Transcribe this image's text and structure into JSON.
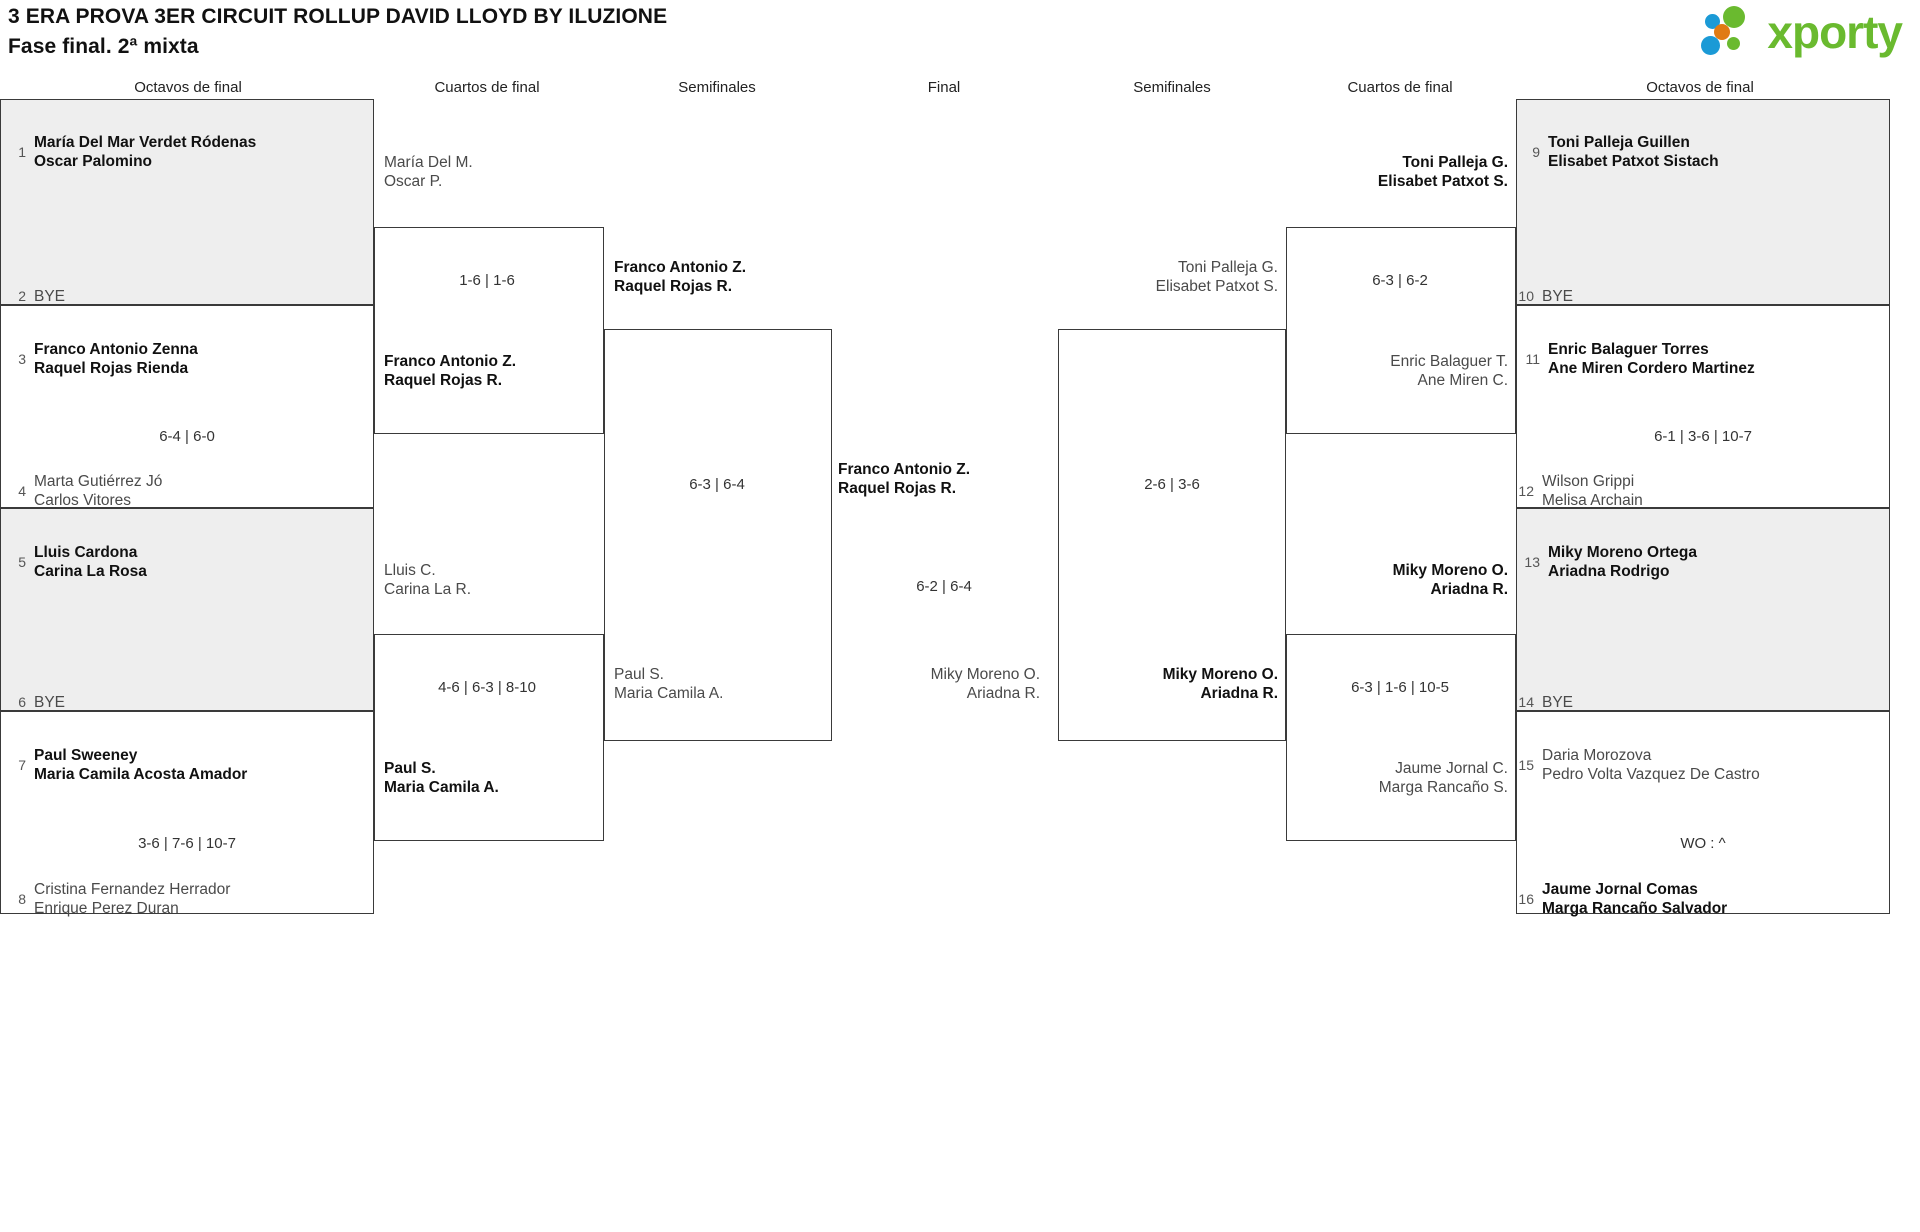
{
  "header": {
    "title_line1": "3 ERA PROVA 3ER CIRCUIT ROLLUP DAVID LLOYD BY ILUZIONE",
    "title_line2": "Fase final. 2ª mixta",
    "logo_text": "xporty",
    "logo_colors": {
      "blue": "#1b9ad6",
      "orange": "#e07b13",
      "green": "#6aba2f"
    }
  },
  "round_labels": {
    "left_r16": "Octavos de final",
    "left_qf": "Cuartos de final",
    "left_sf": "Semifinales",
    "final": "Final",
    "right_sf": "Semifinales",
    "right_qf": "Cuartos de final",
    "right_r16": "Octavos de final"
  },
  "left_seeds": [
    {
      "num": "1",
      "line1": "María Del Mar Verdet Ródenas",
      "line2": "Oscar Palomino",
      "state": "win"
    },
    {
      "num": "2",
      "line1": "BYE",
      "line2": "",
      "state": "bye"
    },
    {
      "num": "3",
      "line1": "Franco Antonio Zenna",
      "line2": "Raquel Rojas Rienda",
      "state": "win"
    },
    {
      "num": "4",
      "line1": "Marta Gutiérrez Jó",
      "line2": "Carlos Vitores",
      "state": "lose"
    },
    {
      "num": "5",
      "line1": "Lluis Cardona",
      "line2": "Carina La Rosa",
      "state": "win"
    },
    {
      "num": "6",
      "line1": "BYE",
      "line2": "",
      "state": "bye"
    },
    {
      "num": "7",
      "line1": "Paul Sweeney",
      "line2": "Maria Camila Acosta Amador",
      "state": "win"
    },
    {
      "num": "8",
      "line1": "Cristina Fernandez Herrador",
      "line2": "Enrique Perez Duran",
      "state": "lose"
    }
  ],
  "right_seeds": [
    {
      "num": "9",
      "line1": "Toni Palleja Guillen",
      "line2": "Elisabet Patxot Sistach",
      "state": "win"
    },
    {
      "num": "10",
      "line1": "BYE",
      "line2": "",
      "state": "bye"
    },
    {
      "num": "11",
      "line1": "Enric Balaguer Torres",
      "line2": "Ane Miren Cordero Martinez",
      "state": "win"
    },
    {
      "num": "12",
      "line1": "Wilson Grippi",
      "line2": "Melisa Archain",
      "state": "lose"
    },
    {
      "num": "13",
      "line1": "Miky Moreno Ortega",
      "line2": "Ariadna Rodrigo",
      "state": "win"
    },
    {
      "num": "14",
      "line1": "BYE",
      "line2": "",
      "state": "bye"
    },
    {
      "num": "15",
      "line1": "Daria Morozova",
      "line2": "Pedro Volta Vazquez De Castro",
      "state": "lose"
    },
    {
      "num": "16",
      "line1": "Jaume Jornal Comas",
      "line2": "Marga Rancaño Salvador",
      "state": "win"
    }
  ],
  "left_r16_scores": [
    {
      "value": ""
    },
    {
      "value": "6-4 | 6-0"
    },
    {
      "value": ""
    },
    {
      "value": "3-6 | 7-6 | 10-7"
    }
  ],
  "right_r16_scores": [
    {
      "value": ""
    },
    {
      "value": "6-1 | 3-6 | 10-7"
    },
    {
      "value": ""
    },
    {
      "value": "WO : ^"
    }
  ],
  "left_qf": [
    {
      "top_line1": "María Del M.",
      "top_line2": "Oscar P.",
      "top_state": "lose",
      "bot_line1": "Franco Antonio Z.",
      "bot_line2": "Raquel Rojas R.",
      "bot_state": "win",
      "score": "1-6 | 1-6"
    },
    {
      "top_line1": "Lluis C.",
      "top_line2": "Carina La R.",
      "top_state": "lose",
      "bot_line1": "Paul S.",
      "bot_line2": "Maria Camila A.",
      "bot_state": "win",
      "score": "4-6 | 6-3 | 8-10"
    }
  ],
  "right_qf": [
    {
      "top_line1": "Toni Palleja G.",
      "top_line2": "Elisabet Patxot S.",
      "top_state": "win",
      "bot_line1": "Enric Balaguer T.",
      "bot_line2": "Ane Miren C.",
      "bot_state": "lose",
      "score": "6-3 | 6-2"
    },
    {
      "top_line1": "Miky Moreno O.",
      "top_line2": "Ariadna R.",
      "top_state": "win",
      "bot_line1": "Jaume Jornal C.",
      "bot_line2": "Marga Rancaño S.",
      "bot_state": "lose",
      "score": "6-3 | 1-6 | 10-5"
    }
  ],
  "left_sf": {
    "top_line1": "Franco Antonio Z.",
    "top_line2": "Raquel Rojas R.",
    "top_state": "win",
    "bot_line1": "Paul S.",
    "bot_line2": "Maria Camila A.",
    "bot_state": "lose",
    "score": "6-3 | 6-4"
  },
  "right_sf": {
    "top_line1": "Toni Palleja G.",
    "top_line2": "Elisabet Patxot S.",
    "top_state": "lose",
    "bot_line1": "Miky Moreno O.",
    "bot_line2": "Ariadna R.",
    "bot_state": "win",
    "score": "2-6 | 3-6"
  },
  "final": {
    "top_line1": "Franco Antonio Z.",
    "top_line2": "Raquel Rojas R.",
    "top_state": "win",
    "bot_line1": "Miky Moreno O.",
    "bot_line2": "Ariadna R.",
    "bot_state": "lose",
    "score": "6-2 | 6-4"
  }
}
